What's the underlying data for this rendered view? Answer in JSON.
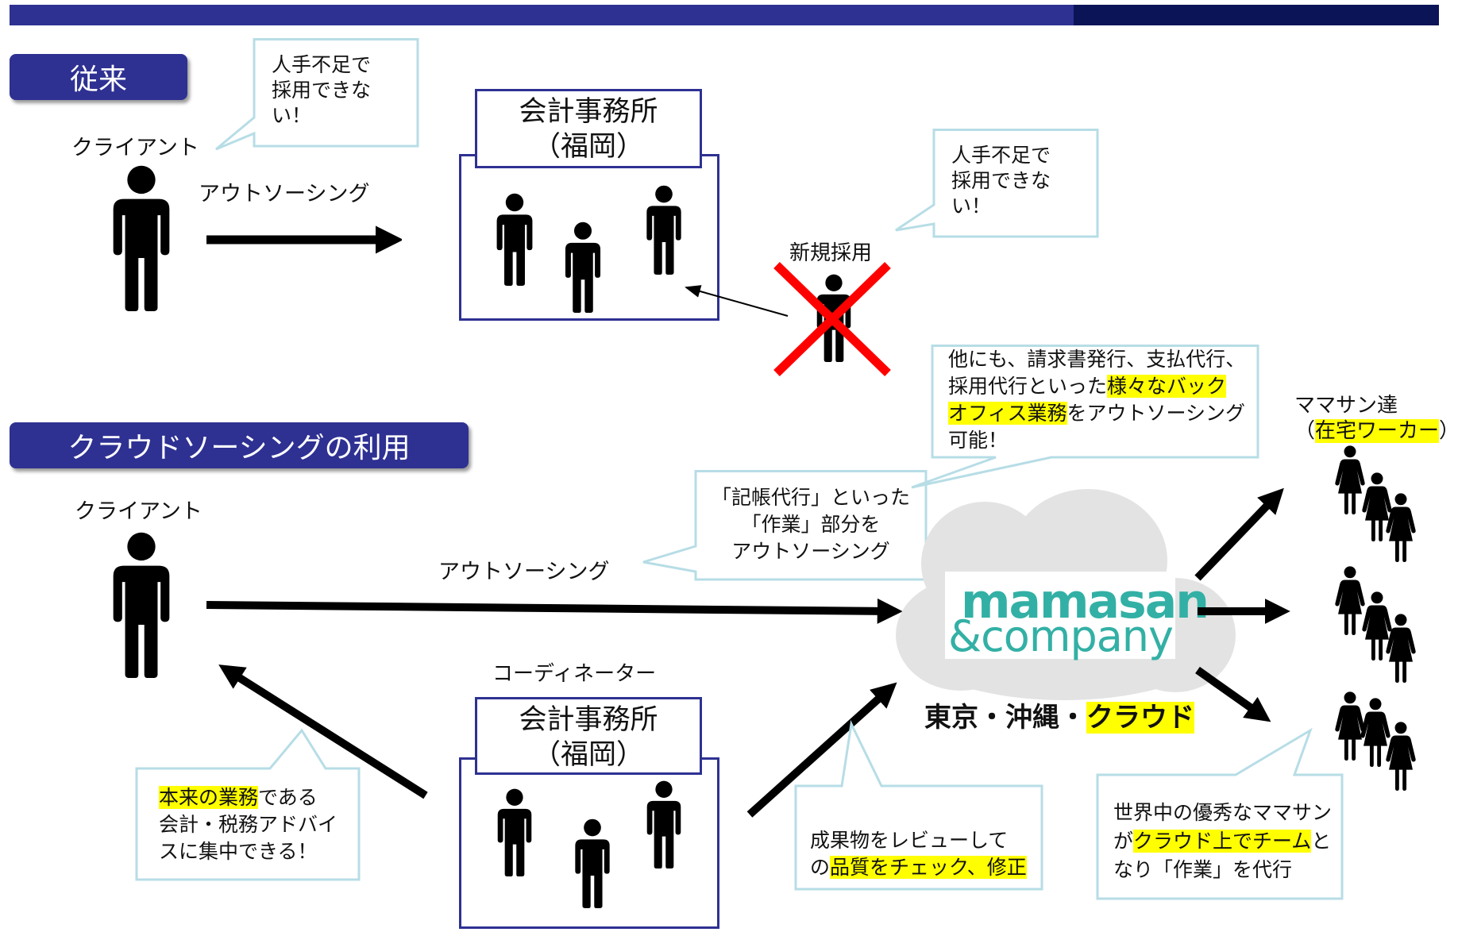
{
  "tags": {
    "traditional": "従来",
    "crowdsourcing": "クラウドソーシングの利用"
  },
  "traditional": {
    "client_label": "クライアント",
    "outsourcing_label": "アウトソーシング",
    "office_name": "会計事務所",
    "office_location": "（福岡）",
    "callout_client": [
      "人手不足で",
      "採用できな",
      "い！"
    ],
    "callout_office": [
      "人手不足で",
      "採用できな",
      "い！"
    ],
    "new_hire_label": "新規採用"
  },
  "crowd": {
    "client_label": "クライアント",
    "outsourcing_label": "アウトソーシング",
    "coordinator_label": "コーディネーター",
    "office_name": "会計事務所",
    "office_location": "（福岡）",
    "callout_bookkeeping": [
      "「記帳代行」といった",
      "「作業」部分を",
      "アウトソーシング"
    ],
    "callout_backoffice": {
      "line1": "他にも、請求書発行、支払代行、",
      "line2_plain": "採用代行といった",
      "line2_hl": "様々なバック",
      "line3_hl": "オフィス業務",
      "line3_plain": "をアウトソーシング",
      "line4": "可能！"
    },
    "callout_focus": {
      "line1_hl": "本来の業務",
      "line1_plain": "である",
      "line2": "会計・税務アドバイ",
      "line3": "スに集中できる！"
    },
    "callout_review": {
      "line1": "成果物をレビューして",
      "line2_plain": "の",
      "line2_hl": "品質をチェック、修正"
    },
    "callout_workers": {
      "line1": "世界中の優秀なママサン",
      "line2_plain1": "が",
      "line2_hl": "クラウド上でチーム",
      "line2_plain2": "と",
      "line3": "なり「作業」を代行"
    },
    "logo_line1": "mamasan",
    "logo_line2": "&company",
    "location_plain": "東京・沖縄・",
    "location_hl": "クラウド",
    "mamasan_title": "ママサン達",
    "mamasan_sub_open": "（",
    "mamasan_sub_hl": "在宅ワーカー",
    "mamasan_sub_close": "）"
  },
  "colors": {
    "navy": "#2e3192",
    "navy_dark": "#0c1458",
    "callout_border": "#b7dde6",
    "highlight": "#ffff00",
    "teal_logo": "#33b0a5",
    "cross_red": "#ff0000"
  }
}
